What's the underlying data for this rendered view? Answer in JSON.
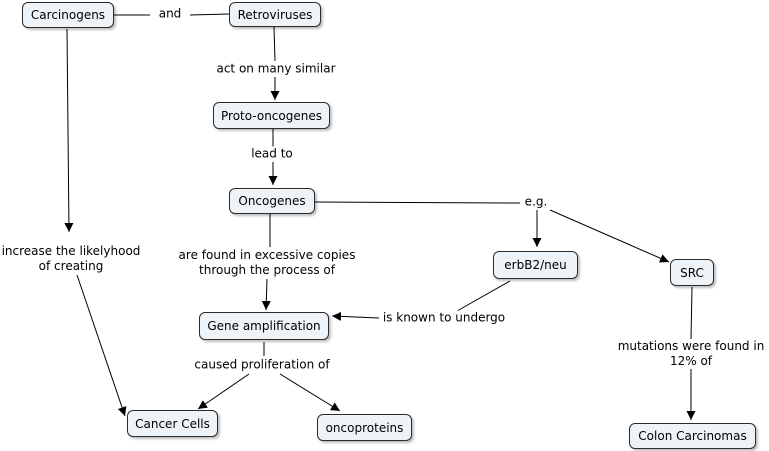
{
  "nodes": {
    "carcinogens": "Carcinogens",
    "retroviruses": "Retroviruses",
    "proto_oncogenes": "Proto-oncogenes",
    "oncogenes": "Oncogenes",
    "erbb2": "erbB2/neu",
    "src": "SRC",
    "gene_amplification": "Gene amplification",
    "cancer_cells": "Cancer Cells",
    "oncoproteins": "oncoproteins",
    "colon_carcinomas": "Colon Carcinomas"
  },
  "links": {
    "and": "and",
    "act_on": "act on many similar",
    "lead_to": "lead to",
    "eg": "e.g.",
    "increase_1": "increase the likelyhood",
    "increase_2": "of creating",
    "found_1": "are found in excessive copies",
    "found_2": "through the process of",
    "known_to": "is known to undergo",
    "caused": "caused proliferation of",
    "mutations_1": "mutations were found in",
    "mutations_2": "12% of"
  },
  "colors": {
    "node_fill": "#eef3f8",
    "node_border": "#2b2b2b",
    "line": "#000000"
  }
}
